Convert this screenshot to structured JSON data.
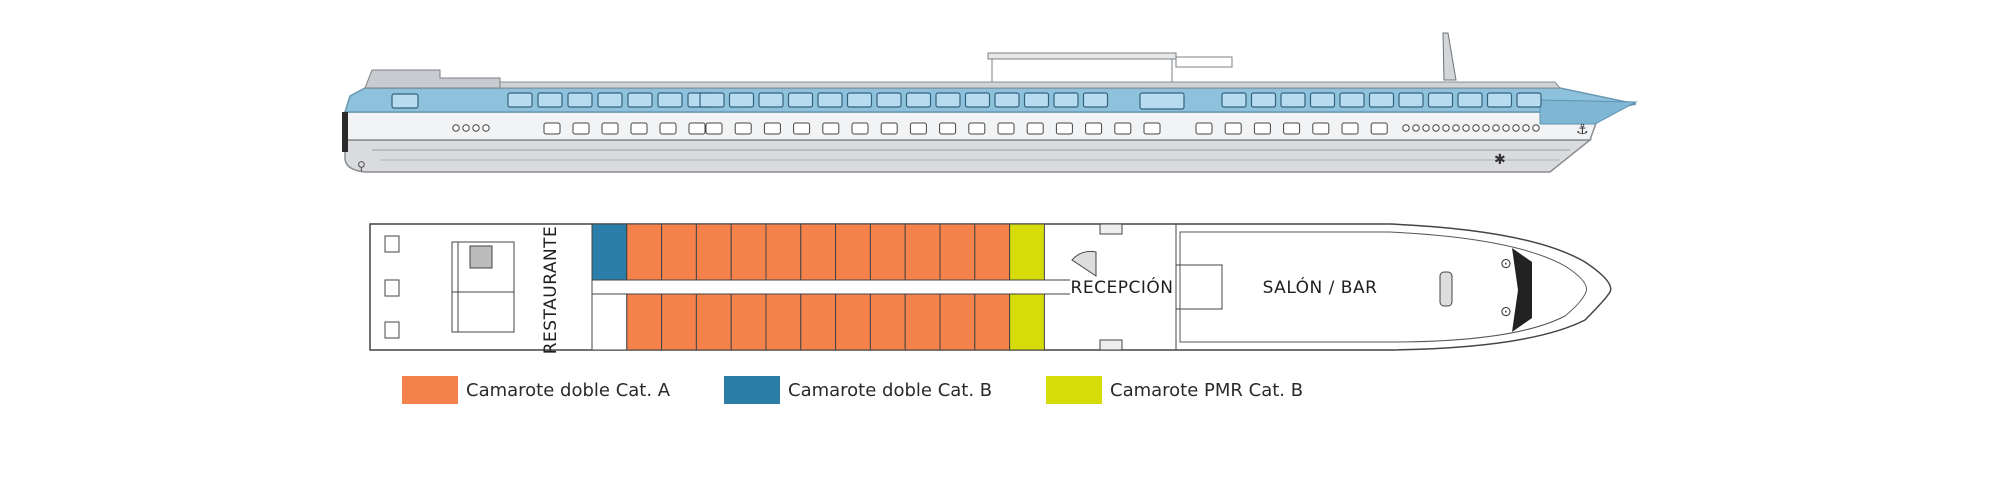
{
  "diagram": {
    "rooms": {
      "restaurante": "RESTAURANTE",
      "recepcion": "RECEPCIÓN",
      "salon_bar": "SALÓN / BAR"
    },
    "cabins": {
      "top_row": [
        "B",
        "A",
        "A",
        "A",
        "A",
        "A",
        "A",
        "A",
        "A",
        "A",
        "A",
        "A",
        "PMR"
      ],
      "bottom_row": [
        "empty",
        "A",
        "A",
        "A",
        "A",
        "A",
        "A",
        "A",
        "A",
        "A",
        "A",
        "A",
        "PMR"
      ]
    },
    "category_colors": {
      "A": "#f4824a",
      "B": "#2b7ea8",
      "PMR": "#d6dc0a"
    }
  },
  "legend": [
    {
      "key": "A",
      "label": "Camarote doble Cat. A",
      "color": "#f4824a"
    },
    {
      "key": "B",
      "label": "Camarote doble Cat. B",
      "color": "#2b7ea8"
    },
    {
      "key": "PMR",
      "label": "Camarote PMR Cat. B",
      "color": "#d6dc0a"
    }
  ]
}
